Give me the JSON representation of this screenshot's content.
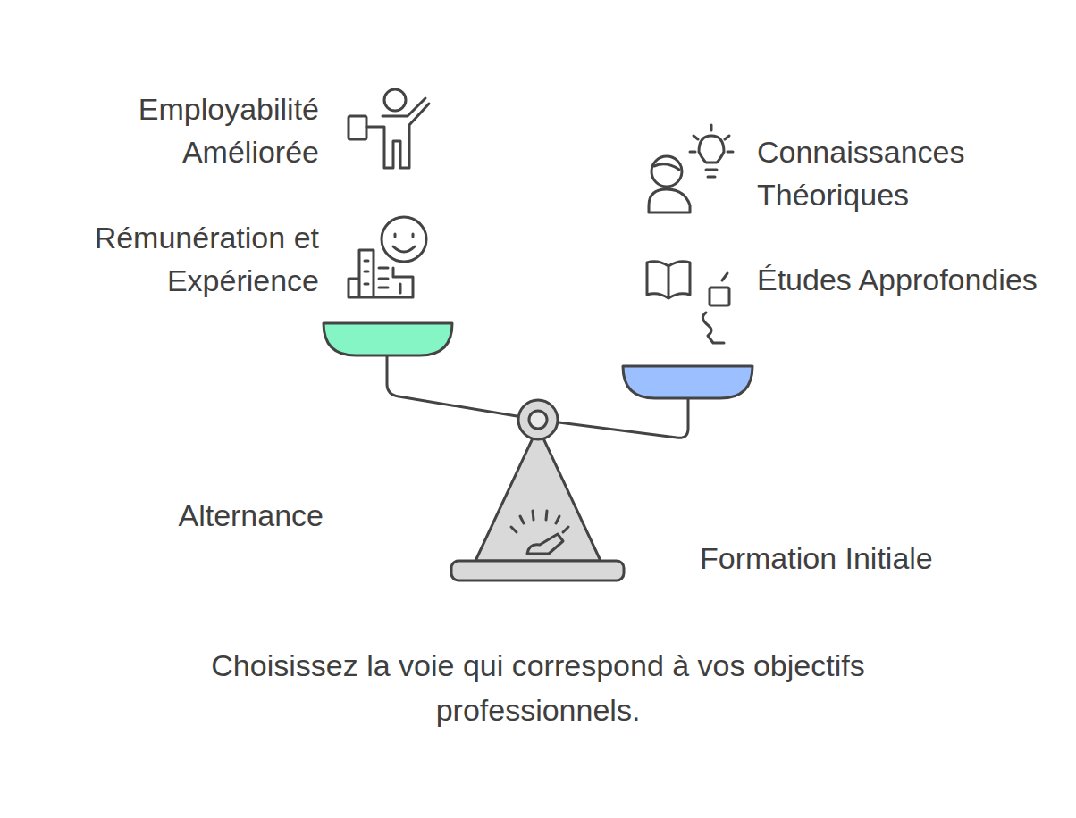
{
  "diagram": {
    "caption": "Choisissez la voie qui correspond à vos objectifs professionnels.",
    "labels": [
      "Employabilité Améliorée",
      "Connaissances Théoriques",
      "Rémunération et Expérience",
      "Études Approfondies",
      "Alternance",
      "Formation Initiale"
    ]
  }
}
